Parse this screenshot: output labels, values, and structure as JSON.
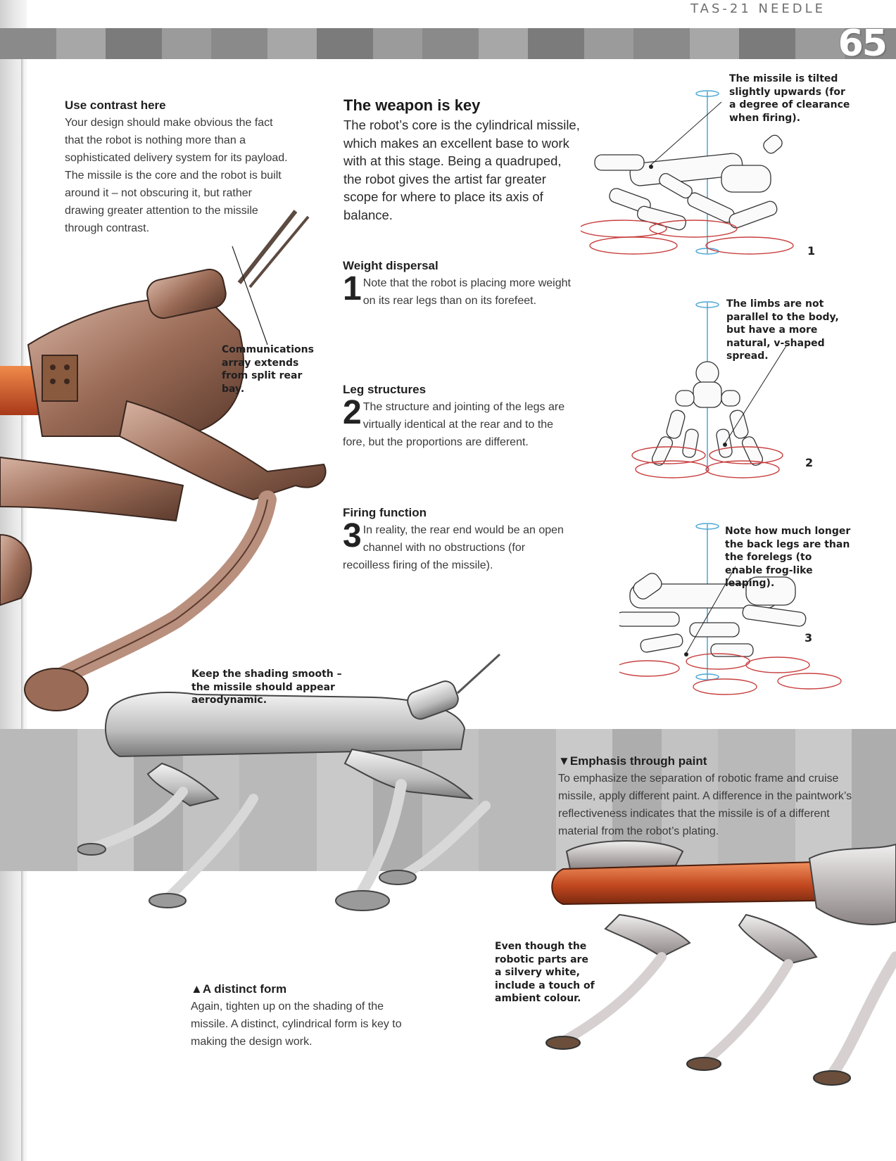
{
  "header": {
    "running_title": "TAS-21 NEEDLE",
    "page_number": "65"
  },
  "sections": {
    "use_contrast": {
      "heading": "Use contrast here",
      "body": "Your design should make obvious the fact that the robot is nothing more than a sophisticated delivery system for its payload. The missile is the core and the robot is built around it – not obscuring it, but rather drawing greater attention to the missile through contrast."
    },
    "weapon_key": {
      "heading": "The weapon is key",
      "body": "The robot’s core is the cylindrical missile, which makes an excellent base to work with at this stage. Being a quadruped, the robot gives the artist far greater scope for where to place its axis of balance."
    },
    "steps": [
      {
        "heading": "Weight dispersal",
        "number": "1",
        "body": "Note that the robot is placing more weight on its rear legs than on its forefeet."
      },
      {
        "heading": "Leg structures",
        "number": "2",
        "body": "The structure and jointing of the legs are virtually identical at the rear and to the fore, but the proportions are different."
      },
      {
        "heading": "Firing function",
        "number": "3",
        "body": "In reality, the rear end would be an open channel with no obstructions (for recoilless firing of the missile)."
      }
    ],
    "emphasis_paint": {
      "heading": "▼Emphasis through paint",
      "body": "To emphasize the separation of robotic frame and cruise missile, apply different paint. A difference in the paintwork’s reflectiveness indicates that the missile is of a different material from the robot’s plating."
    },
    "distinct_form": {
      "heading": "▲A distinct form",
      "body": "Again, tighten up on the shading of the missile. A distinct, cylindrical form is key to making the design work."
    }
  },
  "captions": {
    "communications": "Communications array extends from split rear bay.",
    "shading": "Keep the shading smooth – the missile should appear aerodynamic.",
    "ambient": "Even though the robotic parts are a silvery white, include a touch of ambient colour.",
    "sketch1": "The missile is tilted slightly upwards (for a degree of clearance when firing).",
    "sketch2": "The limbs are not parallel to the body, but have a more natural, v-shaped spread.",
    "sketch3": "Note how much longer the back legs are than the forelegs (to enable frog-like leaping)."
  },
  "figure_numbers": [
    "1",
    "2",
    "3"
  ],
  "colors": {
    "missile_orange": "#c2481f",
    "robot_bronze": "#9a6b56",
    "robot_silver": "#c9c9c9",
    "balance_axis": "#4aa6d6",
    "footprint_red": "#c84040"
  }
}
